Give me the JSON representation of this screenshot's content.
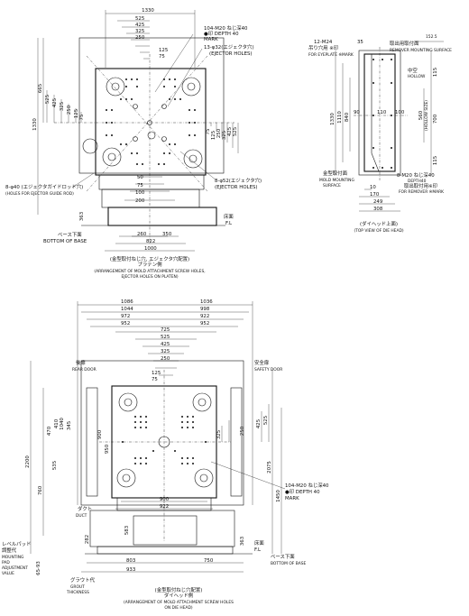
{
  "top_left": {
    "dims_top": [
      "1330",
      "525",
      "425",
      "325",
      "250",
      "125",
      "75"
    ],
    "dims_left": [
      "1330",
      "665",
      "525",
      "425",
      "325",
      "250",
      "125",
      "75"
    ],
    "dims_right": [
      "75",
      "125",
      "250",
      "325",
      "425",
      "525"
    ],
    "dims_bottom": [
      "50",
      "75",
      "100",
      "200",
      "260",
      "350",
      "822",
      "1000"
    ],
    "dim_363": "363",
    "note_104": "104-M20 ねじ深40",
    "note_depth": "●印  DEPTH 40",
    "note_mark": "MARK",
    "note_13": "13-φ32(エジェクタ穴)",
    "note_13_en": "(EJECTOR HOLES)",
    "note_8_52": "8-φ52(エジェクタ穴)",
    "note_8_52_en": "(EJECTOR HOLES)",
    "note_8_40": "8-φ40 (エジェクタガイドロッド穴)",
    "note_8_40_en": "(HOLES FOR EJECTOR GUIDE ROD)",
    "base_jp": "ベース下面",
    "base_en": "BOTTOM OF BASE",
    "floor_jp": "床面",
    "floor_en": "F.L",
    "caption_jp": "(金型取付ねじ穴, エジェクタ穴配置)",
    "caption_jp2": "プラテン側",
    "caption_en": "(ARRANGEMENT OF MOLD ATTACHMENT SCREW HOLES,",
    "caption_en2": "EJECTOR HOLES ON PLATEN)"
  },
  "top_right": {
    "m24": "12-M24",
    "m24_jp": "吊り穴用  ※印",
    "m24_en": "FOR EYEPLATE ※MARK",
    "dim_35": "35",
    "dim_152": "152.5",
    "removal_jp": "取出用取付面",
    "removal_en": "REMOVER MOUNTING SURFACE",
    "hollow_jp": "中空",
    "hollow_en": "HOLLOW",
    "dims_left": [
      "1330",
      "1110",
      "840"
    ],
    "dim_90": "90",
    "dim_110": "110",
    "dim_100": "100",
    "dims_right": [
      "115",
      "560",
      "(HOLLOW SIZE)",
      "700",
      "115"
    ],
    "mold_jp": "金型取付面",
    "mold_en": "MOLD MOUNTING",
    "mold_en2": "SURFACE",
    "m20": "8-M20 ねじ深40",
    "m20_depth": "DEPTH40",
    "m20_jp": "取出取付用※印",
    "m20_en": "FOR REMOVER ※MARK",
    "dims_bottom": [
      "10",
      "170",
      "249",
      "308"
    ],
    "caption_jp": "(ダイヘッド上面)",
    "caption_en": "(TOP VIEW OF DIE HEAD)"
  },
  "bottom": {
    "dims_top": [
      "1086",
      "1036",
      "1044",
      "998",
      "972",
      "922",
      "952",
      "952"
    ],
    "dims_center": [
      "725",
      "525",
      "425",
      "325",
      "250",
      "125",
      "75"
    ],
    "rear_jp": "後扉",
    "rear_en": "REAR DOOR",
    "safety_jp": "安全扉",
    "safety_en": "SAFETY DOOR",
    "dims_left": [
      "2200",
      "760",
      "535",
      "1040",
      "470",
      "410",
      "345"
    ],
    "dim_900_v": "900",
    "dim_950": "950",
    "dims_right": [
      "325",
      "250",
      "425",
      "525",
      "2075",
      "1450"
    ],
    "note_104": "104-M20 ねじ深40",
    "note_depth": "●印  DEPTH 40",
    "note_mark": "MARK",
    "dim_900": "900",
    "dim_922": "922",
    "duct_jp": "ダクト",
    "duct_en": "DUCT",
    "dim_583": "583",
    "dim_282": "282",
    "dim_363": "363",
    "floor_jp": "床面",
    "floor_en": "F.L",
    "base_jp": "ベース下面",
    "base_en": "BOTTOM OF BASE",
    "level_jp": "レベルパッド",
    "level_jp2": "調整代",
    "level_en": "MOUNTING",
    "level_en2": "PAD",
    "level_en3": "ADJUSTMENT",
    "level_en4": "VALUE",
    "dim_65": "65-93",
    "grout_jp": "グラウト代",
    "grout_en": "GROUT",
    "grout_en2": "THICKNESS",
    "dims_bottom": [
      "803",
      "750",
      "933"
    ],
    "caption_jp": "(金型取付ねじ穴配置)",
    "caption_jp2": "ダイヘッド側",
    "caption_en": "(ARRANGEMENT OF MOLD ATTACHMENT SCREW HOLES",
    "caption_en2": "ON DIE HEAD)"
  }
}
